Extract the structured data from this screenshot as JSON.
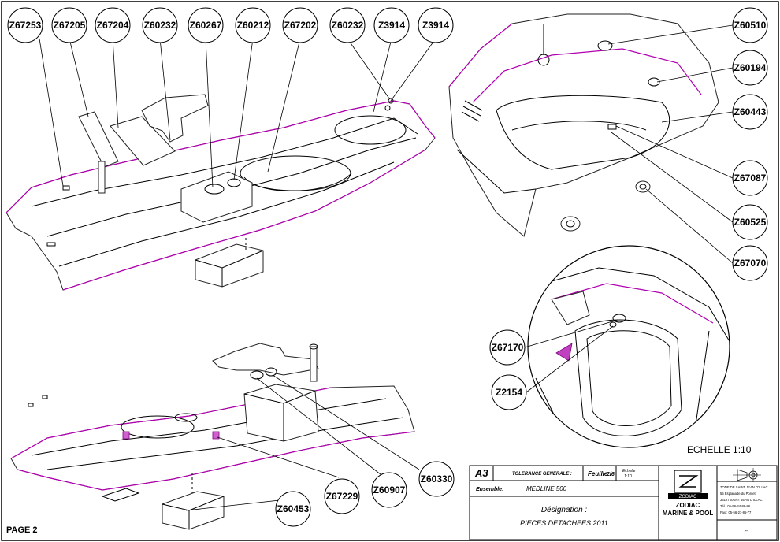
{
  "callouts_top_left": [
    "Z67253",
    "Z67205",
    "Z67204",
    "Z60232",
    "Z60267",
    "Z60212",
    "Z67202",
    "Z60232",
    "Z3914",
    "Z3914"
  ],
  "callouts_right": [
    "Z60510",
    "Z60194",
    "Z60443",
    "Z67087",
    "Z60525",
    "Z67070"
  ],
  "callouts_detail": [
    "Z67170",
    "Z2154"
  ],
  "callouts_bottom": [
    "Z60453",
    "Z67229",
    "Z60907",
    "Z60330"
  ],
  "scale_label": "ECHELLE 1:10",
  "page_label": "PAGE 2",
  "title_block": {
    "format": "A3",
    "tolerance": "TOLERANCE GENERALE :",
    "sheet_label": "Feuille :",
    "sheet_value": "2/6",
    "scale_small_label": "Echelle :",
    "scale_small_value": "1:10",
    "ensemble_label": "Ensemble:",
    "ensemble_value": "MEDLINE 500",
    "designation_label": "Désignation :",
    "designation_value": "PIECES DETACHEES 2011",
    "logo_box": "ZODIAC",
    "company": "ZODIAC",
    "company_sub": "MARINE & POOL",
    "address_lines": [
      "ZONE DE SAINT JEAN D'ILLAC",
      "55 Esplanade du Pontet",
      "33127 SAINT JEAN D'ILLAC",
      "Tél : 05-56-34-86-86",
      "Fax : 05-56-21-85-77"
    ],
    "corner_dash": "--"
  }
}
